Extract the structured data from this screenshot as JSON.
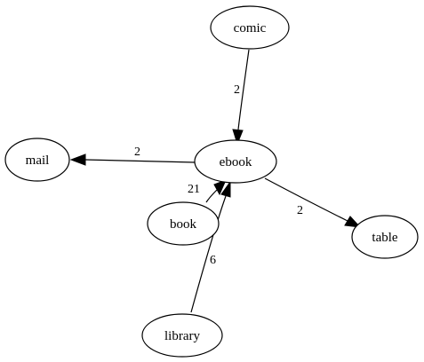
{
  "nodes": {
    "comic": "comic",
    "ebook": "ebook",
    "mail": "mail",
    "book": "book",
    "table": "table",
    "library": "library"
  },
  "edges": {
    "comic_to_ebook": "2",
    "ebook_to_mail": "2",
    "book_to_ebook": "21",
    "ebook_to_table": "2",
    "library_to_ebook": "6"
  }
}
